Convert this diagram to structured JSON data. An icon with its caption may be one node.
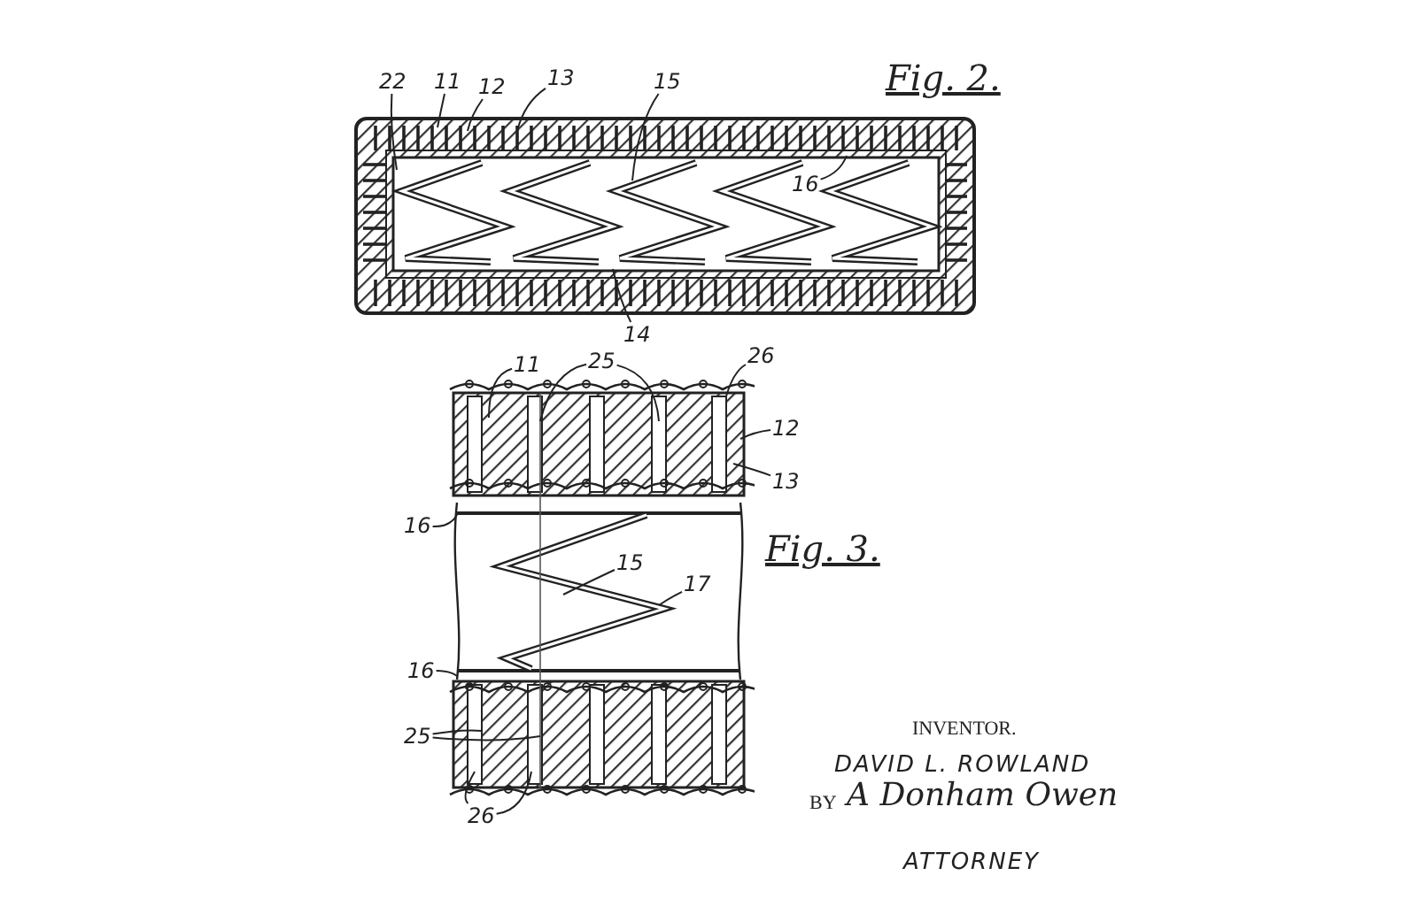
{
  "diagram": {
    "nodes": [
      {
        "text": [],
        "shape": "picture"
      },
      {
        "text": [],
        "shape": "picture"
      },
      {
        "text": [
          "22"
        ]
      },
      {
        "text": [
          "11"
        ]
      },
      {
        "text": [
          "12"
        ]
      },
      {
        "text": [
          "13"
        ]
      },
      {
        "text": [
          "15"
        ]
      },
      {
        "text": [
          "16"
        ],
        "in": 0
      },
      {
        "text": [
          "14"
        ]
      },
      {
        "text": [
          "11"
        ]
      },
      {
        "text": [
          "25"
        ]
      },
      {
        "text": [
          "26"
        ]
      },
      {
        "text": [
          "12"
        ]
      },
      {
        "text": [
          "13"
        ]
      },
      {
        "text": [
          "16"
        ]
      },
      {
        "text": [
          "15"
        ],
        "in": 1
      },
      {
        "text": [
          "17"
        ],
        "in": 1
      },
      {
        "text": [
          "16"
        ]
      },
      {
        "text": [
          "25"
        ]
      },
      {
        "text": [
          "26"
        ]
      }
    ],
    "edges": [
      {
        "from": 2,
        "to": 0,
        "arrow": "none"
      },
      {
        "from": 3,
        "to": 0,
        "arrow": "none"
      },
      {
        "from": 4,
        "to": 0,
        "arrow": "none"
      },
      {
        "from": 5,
        "to": 0,
        "arrow": "none"
      },
      {
        "from": 6,
        "to": 0,
        "arrow": "none"
      },
      {
        "from": 7,
        "to": 0,
        "arrow": "none"
      },
      {
        "from": 8,
        "to": 0,
        "arrow": "none"
      },
      {
        "from": 9,
        "to": 1,
        "arrow": "none"
      },
      {
        "from": 10,
        "to": 1,
        "arrow": "none"
      },
      {
        "from": 10,
        "to": 1,
        "arrow": "none"
      },
      {
        "from": 11,
        "to": 1,
        "arrow": "none"
      },
      {
        "from": 12,
        "to": 1,
        "arrow": "none"
      },
      {
        "from": 13,
        "to": 1,
        "arrow": "none"
      },
      {
        "from": 14,
        "to": 1,
        "arrow": "none"
      },
      {
        "from": 15,
        "to": 1,
        "arrow": "none"
      },
      {
        "from": 16,
        "to": 1,
        "arrow": "none"
      },
      {
        "from": 17,
        "to": 1,
        "arrow": "none"
      },
      {
        "from": 18,
        "to": 1,
        "arrow": "none"
      },
      {
        "from": 18,
        "to": 1,
        "arrow": "none"
      },
      {
        "from": 19,
        "to": 1,
        "arrow": "none"
      },
      {
        "from": 19,
        "to": 1,
        "arrow": "none"
      }
    ],
    "labels": [
      "Fig. 2.",
      "Fig. 3.",
      "INVENTOR.",
      "DAVID L. ROWLAND",
      "BY",
      "A Donham Owen",
      "ATTORNEY"
    ]
  }
}
